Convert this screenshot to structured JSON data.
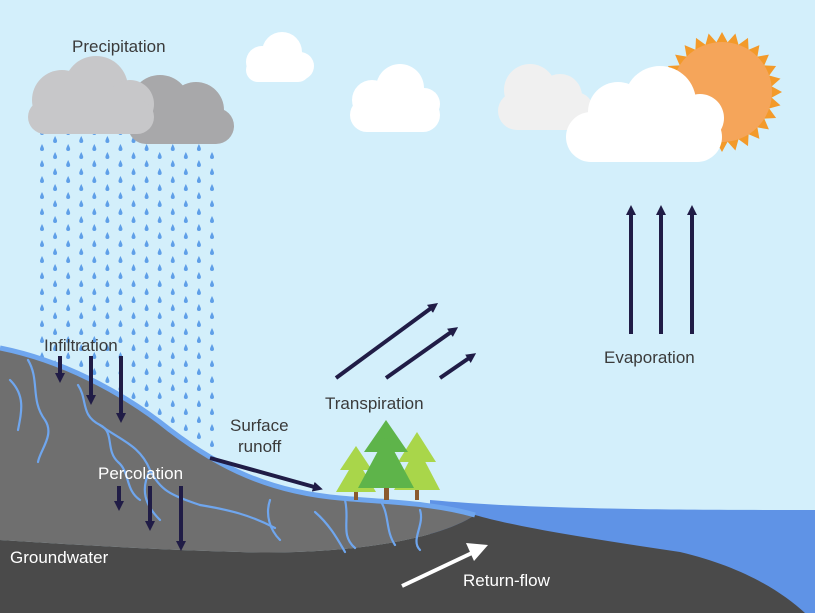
{
  "colors": {
    "sky": "#d3effb",
    "ground_light": "#6f6f6f",
    "ground_dark": "#4a4a4a",
    "water": "#5f93e6",
    "stream": "#6fa6ee",
    "rain": "#5f9fe8",
    "arrow": "#201c46",
    "return_arrow": "#ffffff",
    "sun": "#f5a55a",
    "sun_rays": "#f39a2a",
    "cloud_white": "#ffffff",
    "cloud_gray": "#c7c7c9",
    "cloud_dark": "#a8a8aa",
    "tree_light": "#a9d64a",
    "tree_dark": "#5eb44a",
    "trunk": "#8a5a2e",
    "label_dark": "#3a3a3a",
    "label_light": "#ffffff"
  },
  "labels": {
    "precipitation": "Precipitation",
    "infiltration": "Infiltration",
    "percolation": "Percolation",
    "groundwater": "Groundwater",
    "surface_runoff_line1": "Surface",
    "surface_runoff_line2": "runoff",
    "transpiration": "Transpiration",
    "evaporation": "Evaporation",
    "return_flow": "Return-flow"
  },
  "icons": {
    "sun": "sun-icon",
    "cloud": "cloud-icon",
    "rain": "raindrop-icon",
    "tree": "tree-icon"
  }
}
